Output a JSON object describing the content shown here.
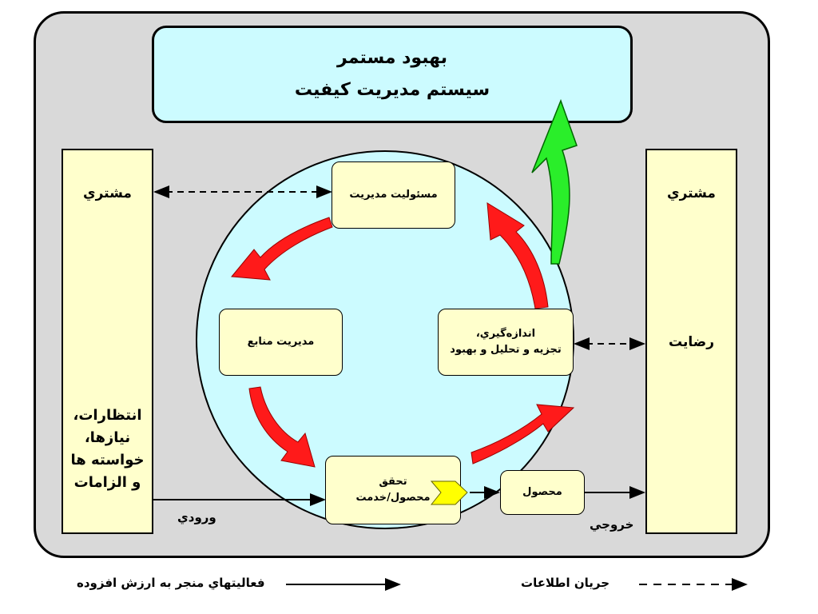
{
  "header": {
    "line1": "بهبود مستمر",
    "line2": "سيستم مديريت كيفيت"
  },
  "left_customer": {
    "title": "مشتري",
    "requirements": [
      "انتظارات،",
      "نيازها،",
      "خواسته ها",
      "و الزامات"
    ]
  },
  "right_customer": {
    "title": "مشتري",
    "satisfaction": "رضايت"
  },
  "processes": {
    "management_responsibility": "مسئوليت مديريت",
    "resource_management": "مديريت منابع",
    "measurement": [
      "اندازه‌گيري،",
      "تجزيه و تحليل و بهبود"
    ],
    "realization": [
      "تحقق",
      "محصول/خدمت"
    ],
    "product": "محصول"
  },
  "flow_labels": {
    "input": "ورودي",
    "output": "خروجي"
  },
  "legend": {
    "value_added": "فعاليتهاي منجر به ارزش افزوده",
    "information_flow": "جريان اطلاعات"
  },
  "colors": {
    "cycle_arrows": "#ff1a1a",
    "improvement_arrow": "#22ee22",
    "circle_fill": "#ccfbff",
    "box_fill": "#ffffcc",
    "frame_fill": "#d9d9d9",
    "chevron": "#ffff00"
  }
}
